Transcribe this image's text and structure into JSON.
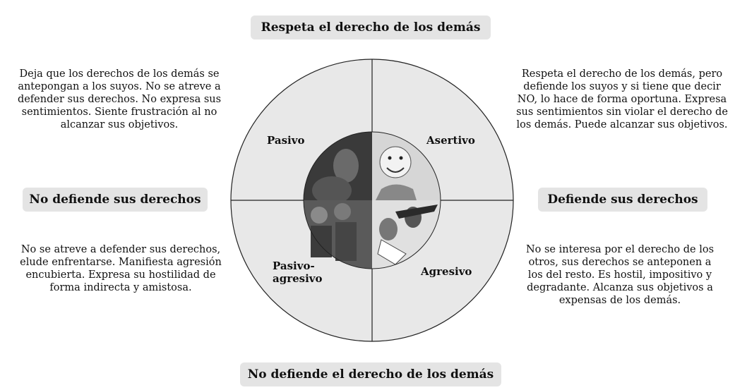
{
  "axis_labels": {
    "top": "Respeta el derecho de los demás",
    "bottom": "No defiende el derecho de los demás",
    "left": "No defiende sus derechos",
    "right": "Defiende sus derechos"
  },
  "descriptions": {
    "pasivo": "Deja que los derechos de los demás se antepongan a los suyos. No se atreve a defender sus derechos. No expresa sus sentimientos. Siente frustración al no alcanzar sus objetivos.",
    "asertivo": "Respeta el derecho de los demás, pero defiende los suyos y si tiene que decir NO, lo hace de forma oportuna. Expresa sus sentimientos sin violar el derecho de los demás. Puede alcanzar sus objetivos.",
    "pasivo_agresivo": "No se atreve a defender sus derechos, elude enfrentarse. Manifiesta agresión encubierta. Expresa su hostilidad de forma indirecta y amistosa.",
    "agresivo": "No se interesa por el derecho de los otros, sus derechos se anteponen a los del resto. Es hostil, impositivo y degradante. Alcanza sus objetivos a expensas de los demás."
  },
  "quadrants": {
    "pasivo": "Pasivo",
    "asertivo": "Asertivo",
    "pasivo_agresivo_line1": "Pasivo-",
    "pasivo_agresivo_line2": "agresivo",
    "agresivo": "Agresivo"
  },
  "colors": {
    "outer_circle": "#e8e8e8",
    "label_box": "#e4e4e4",
    "lines": "#222222"
  }
}
